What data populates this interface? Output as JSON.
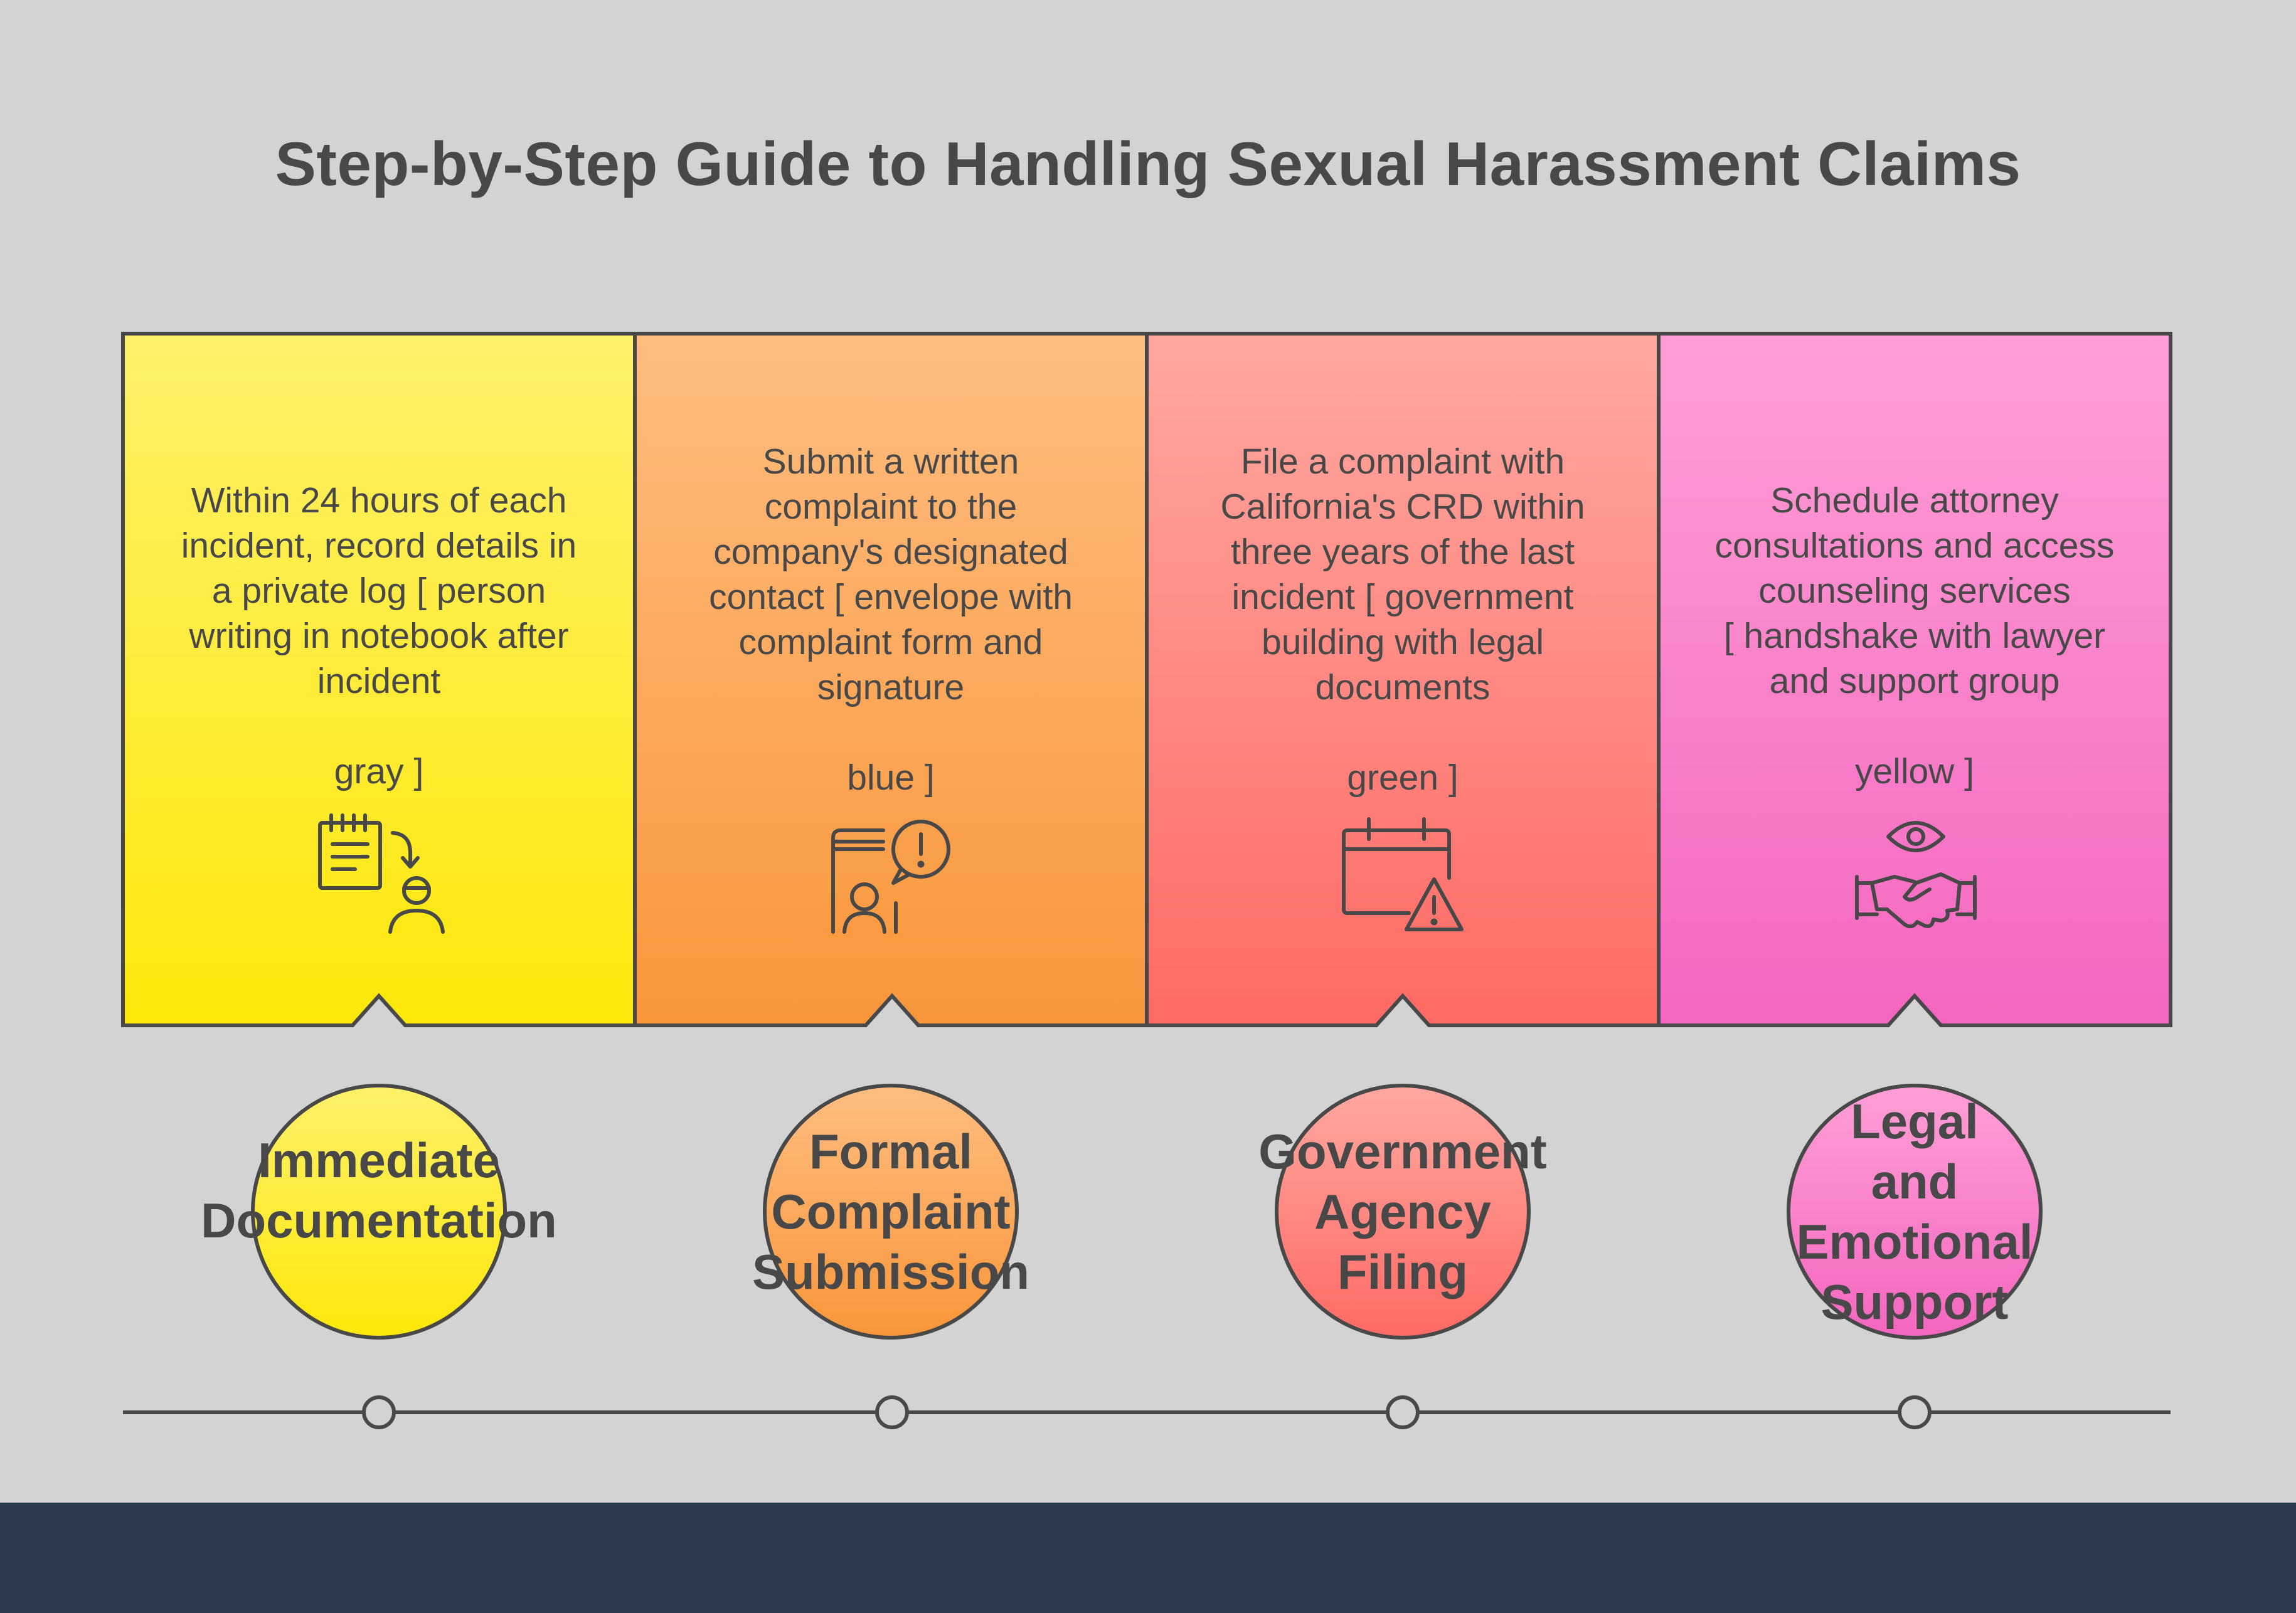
{
  "title": "Step-by-Step Guide to Handling Sexual Harassment Claims",
  "steps": [
    {
      "text": "Within 24 hours of each\nincident, record details in\na private log [ person\nwriting in notebook after\nincident",
      "tag": "gray ]",
      "label": "Immediate\nDocumentation",
      "icon": "notebook-log-icon",
      "color_top": "#fff06a",
      "color_bottom": "#fde80a"
    },
    {
      "text": "Submit a written\ncomplaint to the\ncompany's designated\ncontact [ envelope with\ncomplaint form and\nsignature",
      "tag": "blue ]",
      "label": "Formal\nComplaint\nSubmission",
      "icon": "complaint-form-icon",
      "color_top": "#ffbd80",
      "color_bottom": "#f9963a"
    },
    {
      "text": "File a complaint with\nCalifornia's CRD within\nthree years of the last\nincident [ government\nbuilding with legal\ndocuments",
      "tag": "green ]",
      "label": "Government\nAgency\nFiling",
      "icon": "calendar-warning-icon",
      "color_top": "#ffa8a0",
      "color_bottom": "#ff6a64"
    },
    {
      "text": "Schedule attorney\nconsultations and access\ncounseling services\n[ handshake with lawyer\nand support group",
      "tag": "yellow ]",
      "label": "Legal\nand\nEmotional\nSupport",
      "icon": "handshake-eye-icon",
      "color_top": "#ff9fd6",
      "color_bottom": "#f466c0"
    }
  ],
  "colors": {
    "background": "#d3d3d3",
    "outline": "#484848",
    "footer": "#2c3b4e"
  }
}
